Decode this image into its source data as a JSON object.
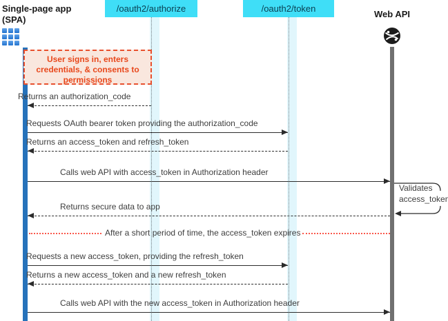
{
  "diagram_type": "oauth2-sequence-diagram",
  "actors": {
    "spa": {
      "name_line1": "Single-page app",
      "name_line2": "(SPA)",
      "icon": "app-grid-icon"
    },
    "authorize_endpoint": {
      "label": "/oauth2/authorize"
    },
    "token_endpoint": {
      "label": "/oauth2/token"
    },
    "web_api": {
      "name": "Web API",
      "icon": "globe-icon"
    }
  },
  "note": {
    "line1": "User signs in, enters",
    "line2": "credentials, & consents to",
    "line3": "permissions"
  },
  "messages": [
    {
      "label": "Returns an authorization_code",
      "style": "dashed",
      "direction": "left",
      "from": "authorize_endpoint",
      "to": "spa"
    },
    {
      "label": "Requests OAuth bearer token providing the authorization_code",
      "style": "solid",
      "direction": "right",
      "from": "spa",
      "to": "token_endpoint"
    },
    {
      "label": "Returns an access_token and refresh_token",
      "style": "dashed",
      "direction": "left",
      "from": "token_endpoint",
      "to": "spa"
    },
    {
      "label": "Calls web API with access_token in Authorization header",
      "style": "solid",
      "direction": "right",
      "from": "spa",
      "to": "web_api"
    },
    {
      "label": "Returns secure data to app",
      "style": "dashed",
      "direction": "left",
      "from": "web_api",
      "to": "spa"
    },
    {
      "label": "Requests a new access_token, providing the refresh_token",
      "style": "solid",
      "direction": "right",
      "from": "spa",
      "to": "token_endpoint"
    },
    {
      "label": "Returns a new access_token and a new refresh_token",
      "style": "dashed",
      "direction": "left",
      "from": "token_endpoint",
      "to": "spa"
    },
    {
      "label": "Calls web API with the new access_token in Authorization header",
      "style": "solid",
      "direction": "right",
      "from": "spa",
      "to": "web_api"
    }
  ],
  "self_message": {
    "actor": "web_api",
    "line1": "Validates",
    "line2": "access_token"
  },
  "separator": {
    "label": "After a short period of time, the access_token expires"
  },
  "colors": {
    "endpoint_box": "#3fdef7",
    "endpoint_text": "#0a4154",
    "lifeline_band": "#e1f6fc",
    "spa_activation_bar": "#2672ba",
    "api_lifeline_bar": "#707070",
    "note_fill": "#f9e7de",
    "note_border": "#e8502d",
    "note_text": "#e8481c",
    "separator_dots": "#f9564a",
    "message_text": "#3d3d3d",
    "arrow": "#2b2b2b"
  }
}
